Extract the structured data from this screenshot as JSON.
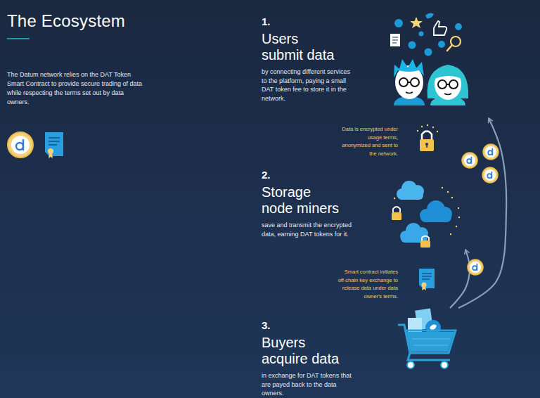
{
  "diagram": {
    "title": "The Ecosystem",
    "nodes": [
      {
        "text": [
          "1.",
          "Users submit data",
          "by connecting different services to the platform, paying a small DAT token fee to store it in the network."
        ]
      },
      {
        "text": [
          "2.",
          "Storage node miners",
          "save and transmit the encrypted data, earning DAT tokens for it."
        ]
      },
      {
        "text": [
          "3.",
          "Buyers acquire data",
          "in exchange for DAT tokens that are payed back to the data owners."
        ]
      }
    ],
    "edges": [
      {
        "from": 2,
        "to": 0,
        "arrow": "to"
      },
      {
        "from": 2,
        "to": 1,
        "arrow": "to"
      }
    ],
    "labels": [
      "The Datum network relies on the DAT Token Smart Contract to provide secure trading of data while respecting the terms set out by data owners.",
      "Data is encrypted under usage terms, anonymized and sent to the network.",
      "Smart contract initiates off-chain key exchange to release data under data owner's terms."
    ]
  }
}
